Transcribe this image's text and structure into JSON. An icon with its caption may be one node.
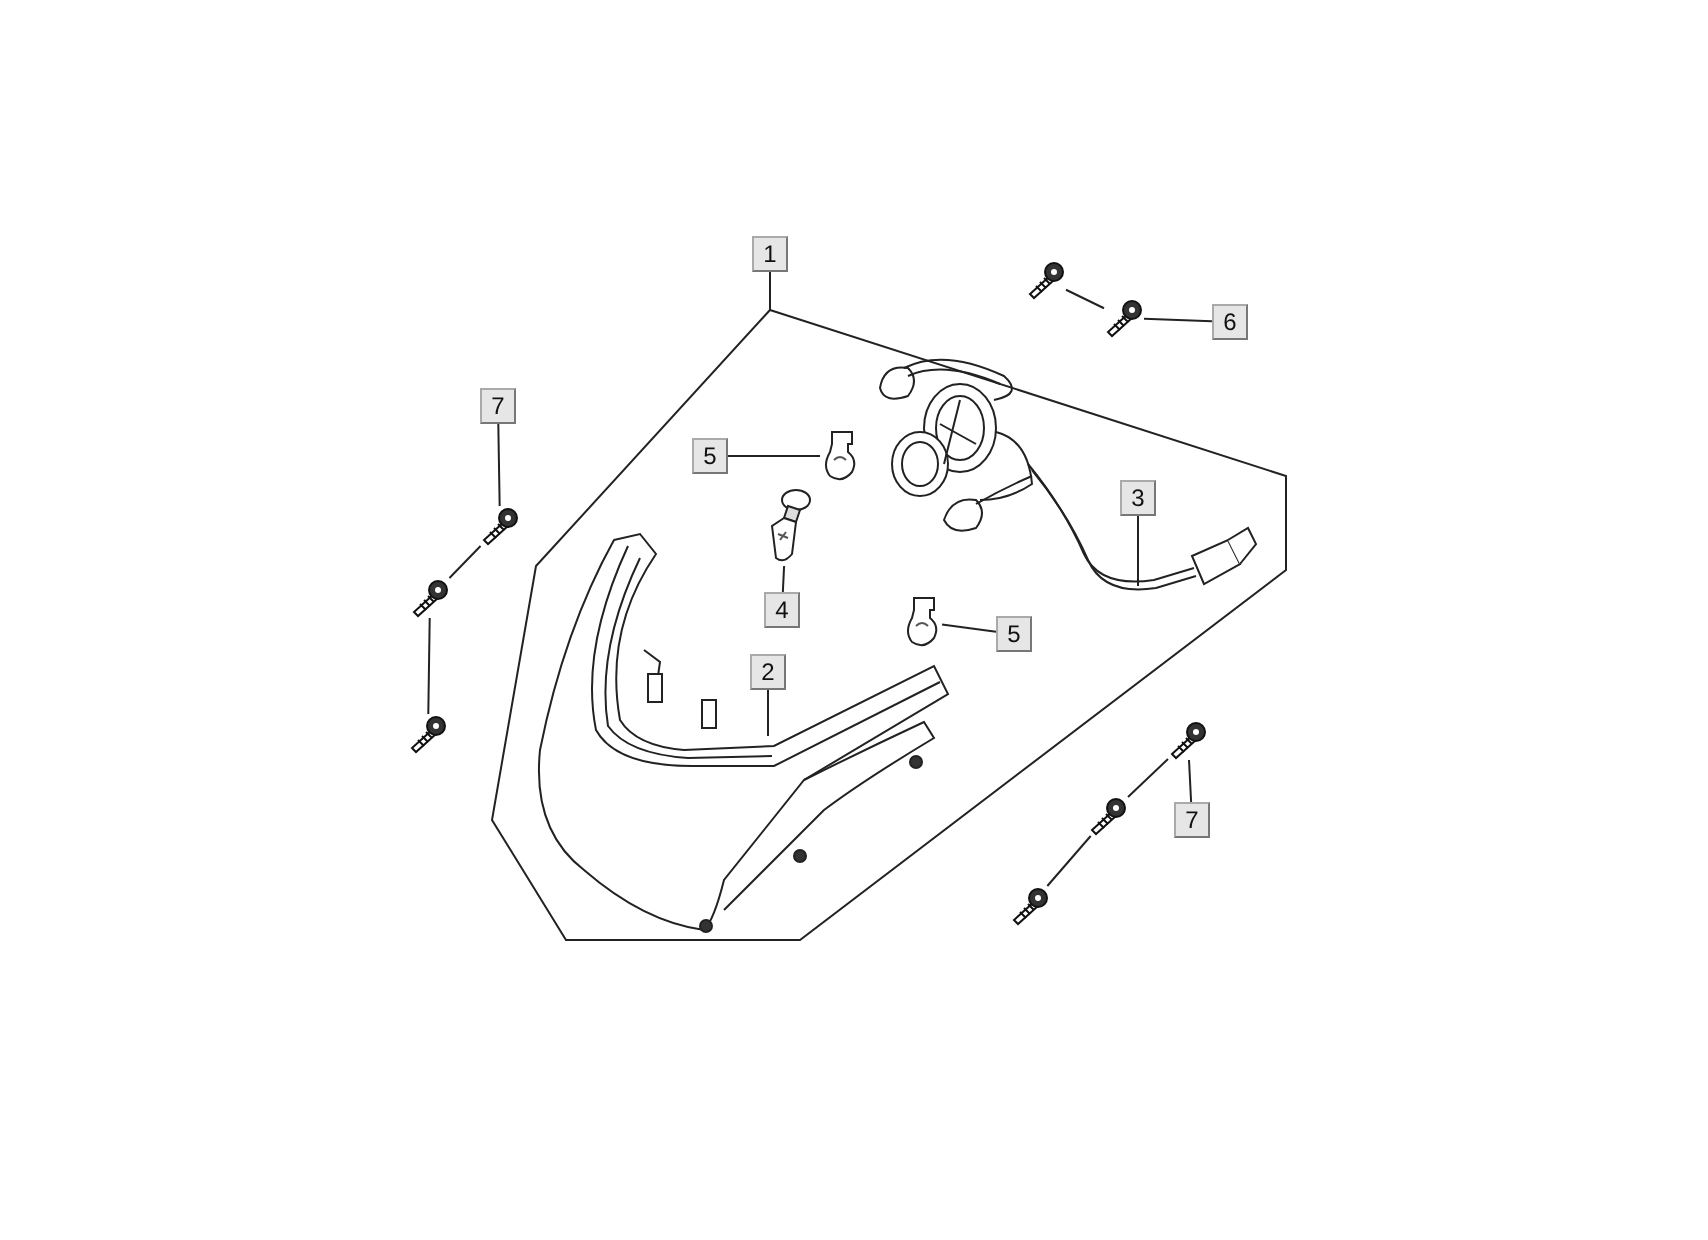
{
  "diagram": {
    "nodes": [
      {
        "text": [
          "1"
        ]
      },
      {
        "text": [],
        "shape": "picture"
      },
      {
        "text": [],
        "shape": "picture"
      },
      {
        "text": [],
        "shape": "picture"
      },
      {
        "text": [
          "6"
        ]
      },
      {
        "text": [
          "7"
        ]
      },
      {
        "text": [
          "5"
        ],
        "in": 1
      },
      {
        "text": [],
        "shape": "picture",
        "in": 1
      },
      {
        "text": [],
        "shape": "picture",
        "in": 1
      },
      {
        "text": [
          "3"
        ],
        "in": 8
      },
      {
        "text": [],
        "shape": "picture"
      },
      {
        "text": [],
        "shape": "picture",
        "in": 1
      },
      {
        "text": [],
        "shape": "picture"
      },
      {
        "text": [
          "4"
        ],
        "in": 1
      },
      {
        "text": [
          "5"
        ],
        "in": 1
      },
      {
        "text": [],
        "shape": "picture",
        "in": 1
      },
      {
        "text": [
          "2"
        ],
        "in": 1
      },
      {
        "text": [],
        "shape": "picture",
        "in": 1
      },
      {
        "text": [],
        "shape": "picture"
      },
      {
        "text": [],
        "shape": "picture"
      },
      {
        "text": [
          "7"
        ]
      },
      {
        "text": [],
        "shape": "picture"
      },
      {
        "text": [],
        "shape": "picture"
      }
    ],
    "edges": [
      {
        "from": 0,
        "to": 1,
        "arrow": "none"
      },
      {
        "from": 4,
        "to": 3,
        "arrow": "none"
      },
      {
        "from": 3,
        "to": 2,
        "arrow": "none"
      },
      {
        "from": 5,
        "to": 10,
        "arrow": "none"
      },
      {
        "from": 10,
        "to": 12,
        "arrow": "none"
      },
      {
        "from": 12,
        "to": 18,
        "arrow": "none"
      },
      {
        "from": 6,
        "to": 7,
        "arrow": "none"
      },
      {
        "from": 9,
        "to": 8,
        "arrow": "none"
      },
      {
        "from": 13,
        "to": 11,
        "arrow": "none"
      },
      {
        "from": 14,
        "to": 15,
        "arrow": "none"
      },
      {
        "from": 16,
        "to": 17,
        "arrow": "none"
      },
      {
        "from": 20,
        "to": 19,
        "arrow": "none"
      },
      {
        "from": 19,
        "to": 21,
        "arrow": "none"
      },
      {
        "from": 21,
        "to": 22,
        "arrow": "none"
      }
    ]
  }
}
